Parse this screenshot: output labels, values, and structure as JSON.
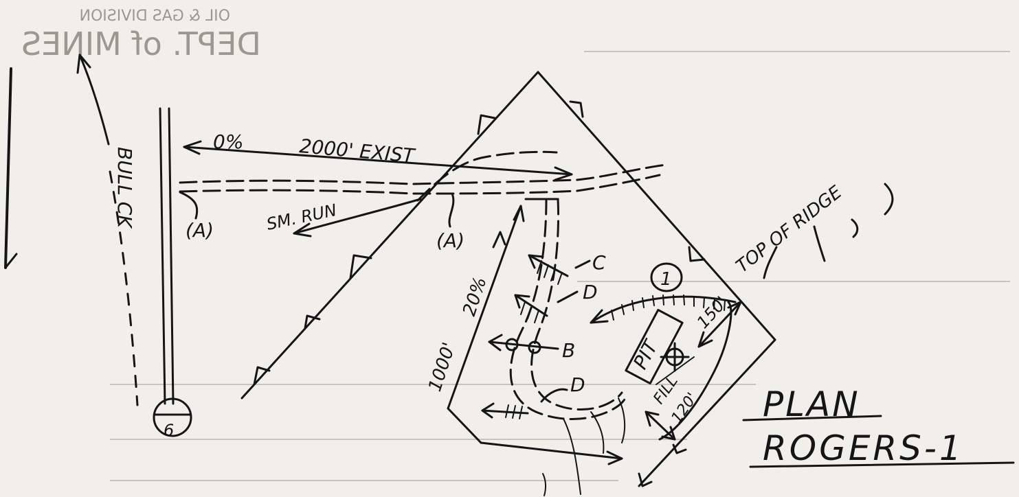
{
  "stamp": {
    "line1": "OIL & GAS DIVISION",
    "line2": "DEPT. of MINES"
  },
  "labels": {
    "grade_top": "0%",
    "existing_road": "2000' EXIST",
    "creek": "BULL CK",
    "small_run": "SM. RUN",
    "point_a_left": "(A)",
    "point_a_right": "(A)",
    "grade_side": "20%",
    "length_side": "1000'",
    "label_c": "C",
    "label_d_upper": "D",
    "label_b": "B",
    "label_d_lower": "D",
    "circle_one": "1",
    "ridge": "TOP OF RIDGE",
    "pit": "PIT",
    "dim_150": "150'",
    "fill": "FILL",
    "dim_120": "120'",
    "circle_six": "6",
    "plan": "PLAN",
    "title": "ROGERS-1"
  }
}
